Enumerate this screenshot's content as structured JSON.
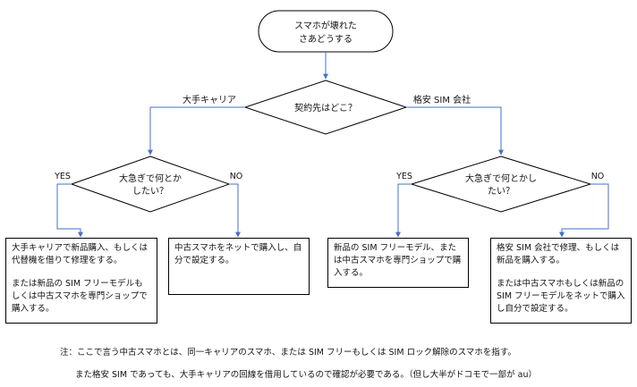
{
  "start": {
    "line1": "スマホが壊れた",
    "line2": "さあどうする"
  },
  "decision_main": {
    "label": "契約先はどこ？",
    "branch_left": "大手キャリア",
    "branch_right": "格安 SIM 会社"
  },
  "decision_left": {
    "line1": "大急ぎで何とか",
    "line2": "したい？",
    "yes": "YES",
    "no": "NO"
  },
  "decision_right": {
    "line1": "大急ぎで何とかし",
    "line2": "たい？",
    "yes": "YES",
    "no": "NO"
  },
  "outcomes": {
    "carrier_urgent": {
      "p1": "大手キャリアで新品購入、もしくは代替機を借りて修理をする。",
      "p2": "または新品の SIM フリーモデルもしくは中古スマホを専門ショップで購入する。"
    },
    "carrier_not_urgent": {
      "p1": "中古スマホをネットで購入し、自分で設定する。"
    },
    "mvno_urgent": {
      "p1": "新品の SIM フリーモデル、または中古スマホを専門ショップで購入する。"
    },
    "mvno_not_urgent": {
      "p1": "格安 SIM 会社で修理、もしくは新品を購入する。",
      "p2": "または中古スマホもしくは新品の SIM フリーモデルをネットで購入し自分で設定する。"
    }
  },
  "notes": {
    "line1": "注：ここで言う中古スマホとは、同一キャリアのスマホ、または SIM フリーもしくは SIM ロック解除のスマホを指す。",
    "line2": "また格安 SIM であっても、大手キャリアの回線を借用しているので確認が必要である。（但し大半がドコモで一部が au）"
  },
  "colors": {
    "connector": "#4472C4",
    "shape_stroke": "#000000"
  }
}
